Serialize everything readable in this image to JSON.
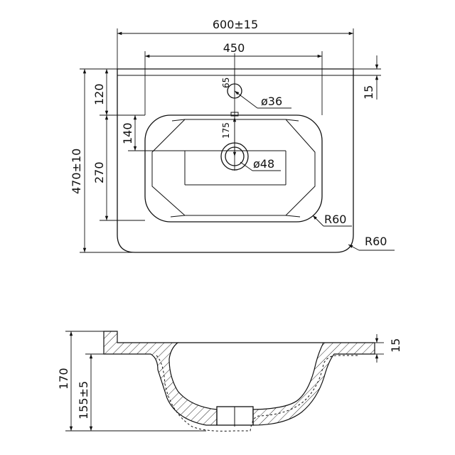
{
  "top_view": {
    "overall_width": "600±15",
    "basin_width": "450",
    "tap_hole_offset": "65",
    "tap_hole_diameter": "ø36",
    "rim_thickness": "15",
    "tap_to_edge": "120",
    "basin_to_drain": "140",
    "drain_offset": "175",
    "drain_diameter": "ø48",
    "overall_depth": "470±10",
    "basin_depth": "270",
    "inner_radius": "R60",
    "outer_radius": "R60"
  },
  "side_view": {
    "total_height": "170",
    "basin_height": "155±5",
    "rim_thickness": "15"
  }
}
